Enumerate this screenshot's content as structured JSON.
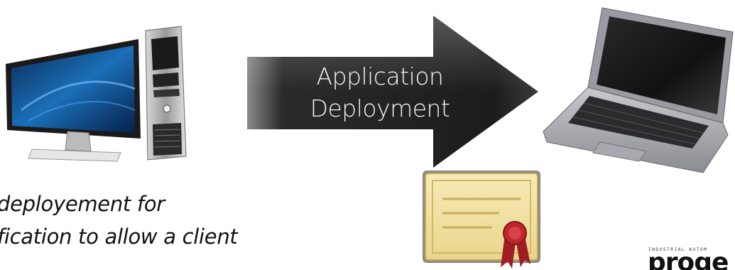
{
  "arrow": {
    "line1": "Application",
    "line2": "Deployment"
  },
  "caption": {
    "line1": "deployement for",
    "line2": "fication to allow a client"
  },
  "logo": {
    "tagline": "INDUSTRIAL AUTOM",
    "wordmark": "proge"
  },
  "icons": [
    "desktop-computer-icon",
    "arrow-icon",
    "laptop-icon",
    "certificate-icon"
  ],
  "colors": {
    "arrow_dark": "#1c1c1c",
    "arrow_light": "#8a8a8a",
    "certificate_paper": "#f6ebb8",
    "ribbon_red": "#c0262b",
    "screen_blue": "#1b6fb8"
  }
}
